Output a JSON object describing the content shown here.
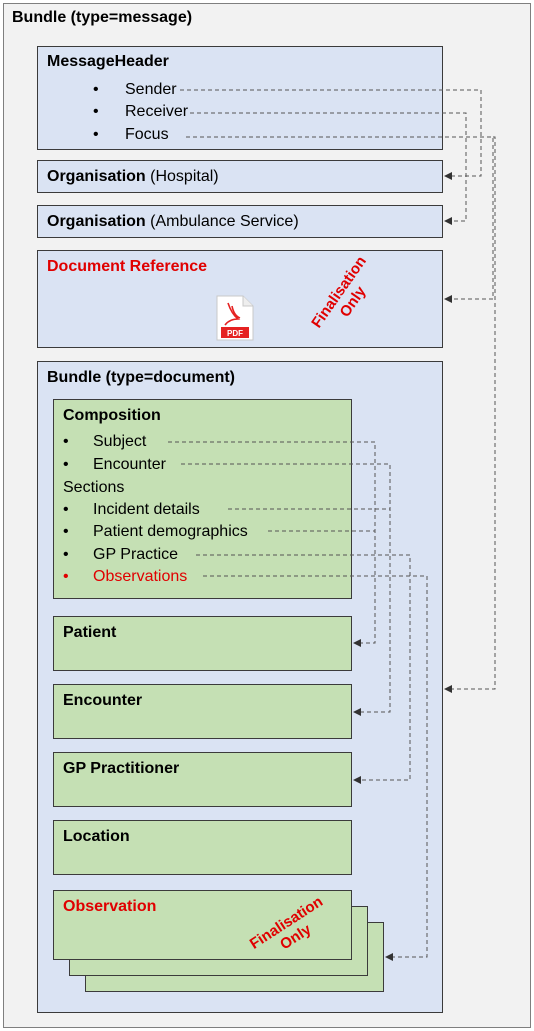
{
  "outer_bundle": {
    "title": "Bundle (type=message)"
  },
  "message_header": {
    "title": "MessageHeader",
    "items": [
      "Sender",
      "Receiver",
      "Focus"
    ]
  },
  "organisation_hospital": {
    "title": "Organisation",
    "detail": "(Hospital)"
  },
  "organisation_ambulance": {
    "title": "Organisation",
    "detail": "(Ambulance Service)"
  },
  "document_reference": {
    "title": "Document Reference",
    "stamp_line1": "Finalisation",
    "stamp_line2": "Only",
    "pdf_label": "PDF"
  },
  "document_bundle": {
    "title": "Bundle (type=document)"
  },
  "composition": {
    "title": "Composition",
    "items": [
      "Subject",
      "Encounter"
    ],
    "sections_label": "Sections",
    "sections": [
      "Incident details",
      "Patient demographics",
      "GP Practice",
      "Observations"
    ]
  },
  "patient": {
    "title": "Patient"
  },
  "encounter": {
    "title": "Encounter"
  },
  "gp_practitioner": {
    "title": "GP Practitioner"
  },
  "location": {
    "title": "Location"
  },
  "observation": {
    "title": "Observation",
    "stamp_line1": "Finalisation",
    "stamp_line2": "Only"
  },
  "colors": {
    "blue_box": "#dae3f3",
    "green_box": "#c5e0b4",
    "highlight_red": "#e00000",
    "outer_bg": "#f2f2f2"
  }
}
